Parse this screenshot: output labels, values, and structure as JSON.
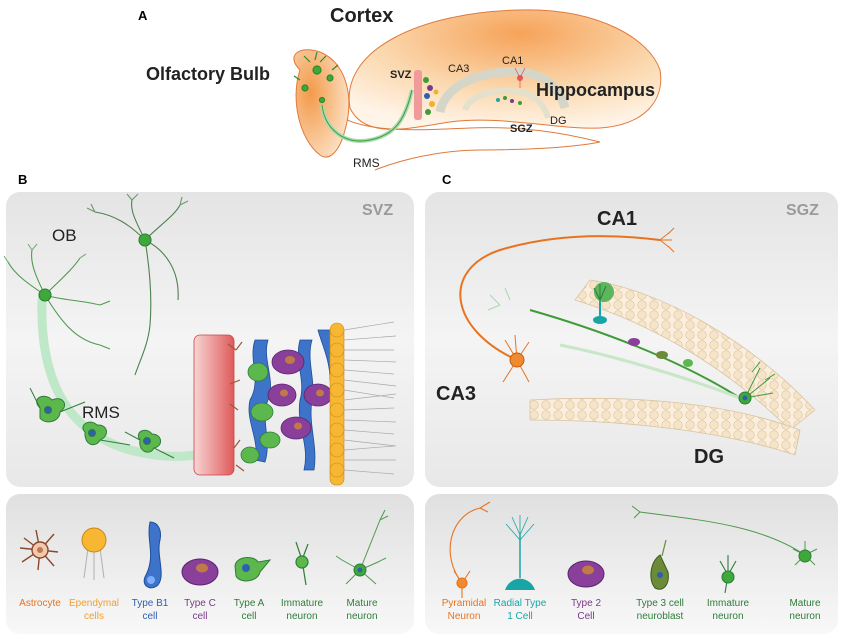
{
  "panels": {
    "a": {
      "letter": "A",
      "cortex": "Cortex",
      "olfactory_bulb": "Olfactory Bulb",
      "hippocampus": "Hippocampus",
      "svz": "SVZ",
      "ca3": "CA3",
      "ca1": "CA1",
      "sgz": "SGZ",
      "dg": "DG",
      "rms": "RMS"
    },
    "b": {
      "letter": "B",
      "region": "SVZ",
      "ob": "OB",
      "rms": "RMS"
    },
    "c": {
      "letter": "C",
      "region": "SGZ",
      "ca1": "CA1",
      "ca3": "CA3",
      "dg": "DG"
    }
  },
  "legend_b": [
    {
      "line1": "Astrocyte",
      "line2": "",
      "color": "#e8731f"
    },
    {
      "line1": "Ependymal",
      "line2": "cells",
      "color": "#f0a030"
    },
    {
      "line1": "Type B1",
      "line2": "cell",
      "color": "#2f5fb0"
    },
    {
      "line1": "Type C",
      "line2": "cell",
      "color": "#7a3a8a"
    },
    {
      "line1": "Type A",
      "line2": "cell",
      "color": "#2e7d3a"
    },
    {
      "line1": "Immature",
      "line2": "neuron",
      "color": "#2e7d3a"
    },
    {
      "line1": "Mature",
      "line2": "neuron",
      "color": "#2e7d3a"
    }
  ],
  "legend_c": [
    {
      "line1": "Pyramidal",
      "line2": "Neuron",
      "color": "#e8731f"
    },
    {
      "line1": "Radial Type",
      "line2": "1 Cell",
      "color": "#1aa5a5"
    },
    {
      "line1": "Type 2",
      "line2": "Cell",
      "color": "#7a3a8a"
    },
    {
      "line1": "Type 3 cell",
      "line2": "neuroblast",
      "color": "#2e7d3a"
    },
    {
      "line1": "Immature",
      "line2": "neuron",
      "color": "#2e7d3a"
    },
    {
      "line1": "Mature",
      "line2": "neuron",
      "color": "#2e7d3a"
    }
  ],
  "colors": {
    "green": "#3f9a3a",
    "orange": "#e8731f",
    "purple": "#7a3a8a",
    "blue": "#2f5fb0",
    "teal": "#1aa5a5",
    "panel_bg": "#ececec"
  }
}
